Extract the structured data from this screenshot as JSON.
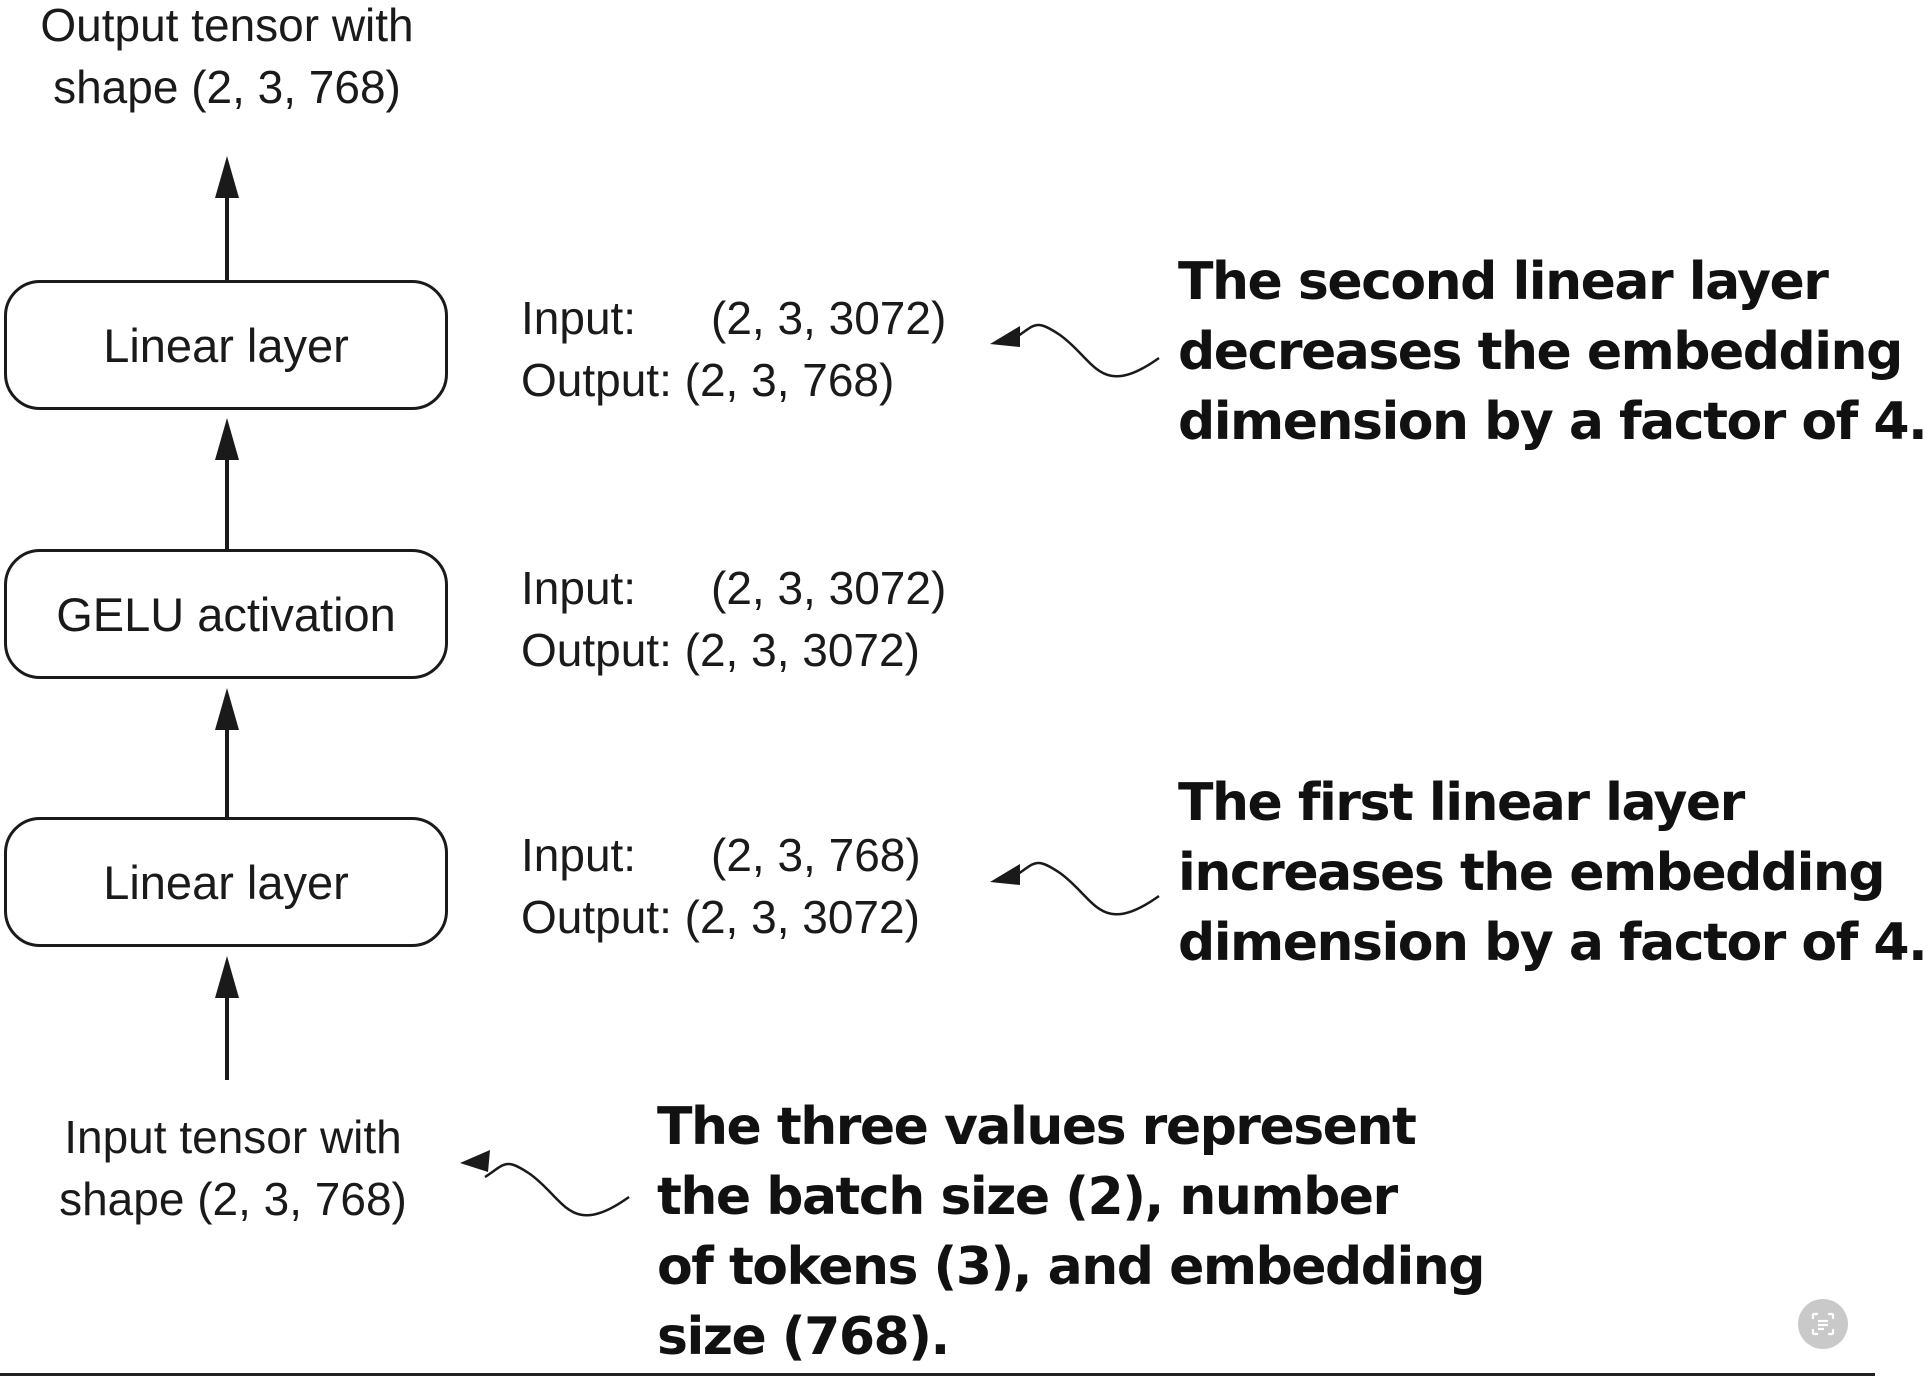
{
  "output_tensor": {
    "line1": "Output tensor with",
    "line2": "shape (2, 3, 768)"
  },
  "input_tensor": {
    "line1": "Input tensor with",
    "line2": "shape (2, 3, 768)"
  },
  "layers": {
    "top_linear": "Linear layer",
    "gelu": "GELU activation",
    "bottom_linear": "Linear layer"
  },
  "shapes": {
    "top_linear": {
      "input_key": "Input:",
      "input_val": "(2, 3, 3072)",
      "output_key": "Output:",
      "output_val": "(2, 3, 768)"
    },
    "gelu": {
      "input_key": "Input:",
      "input_val": "(2, 3, 3072)",
      "output_key": "Output:",
      "output_val": "(2, 3, 3072)"
    },
    "bottom_linear": {
      "input_key": "Input:",
      "input_val": "(2, 3, 768)",
      "output_key": "Output:",
      "output_val": "(2, 3, 3072)"
    }
  },
  "annotations": {
    "second_linear": [
      "The second linear layer",
      "decreases the embedding",
      "dimension by a factor of 4."
    ],
    "first_linear": [
      "The first linear layer",
      "increases the embedding",
      "dimension by a factor of 4."
    ],
    "input_values": [
      "The three values represent",
      "the batch size (2), number",
      "of tokens (3), and embedding",
      "size (768)."
    ]
  },
  "colors": {
    "stroke": "#1a1a1a",
    "background": "#ffffff",
    "corner_icon": "#c9c9c9"
  },
  "icons": {
    "corner": "text-scan-icon"
  }
}
